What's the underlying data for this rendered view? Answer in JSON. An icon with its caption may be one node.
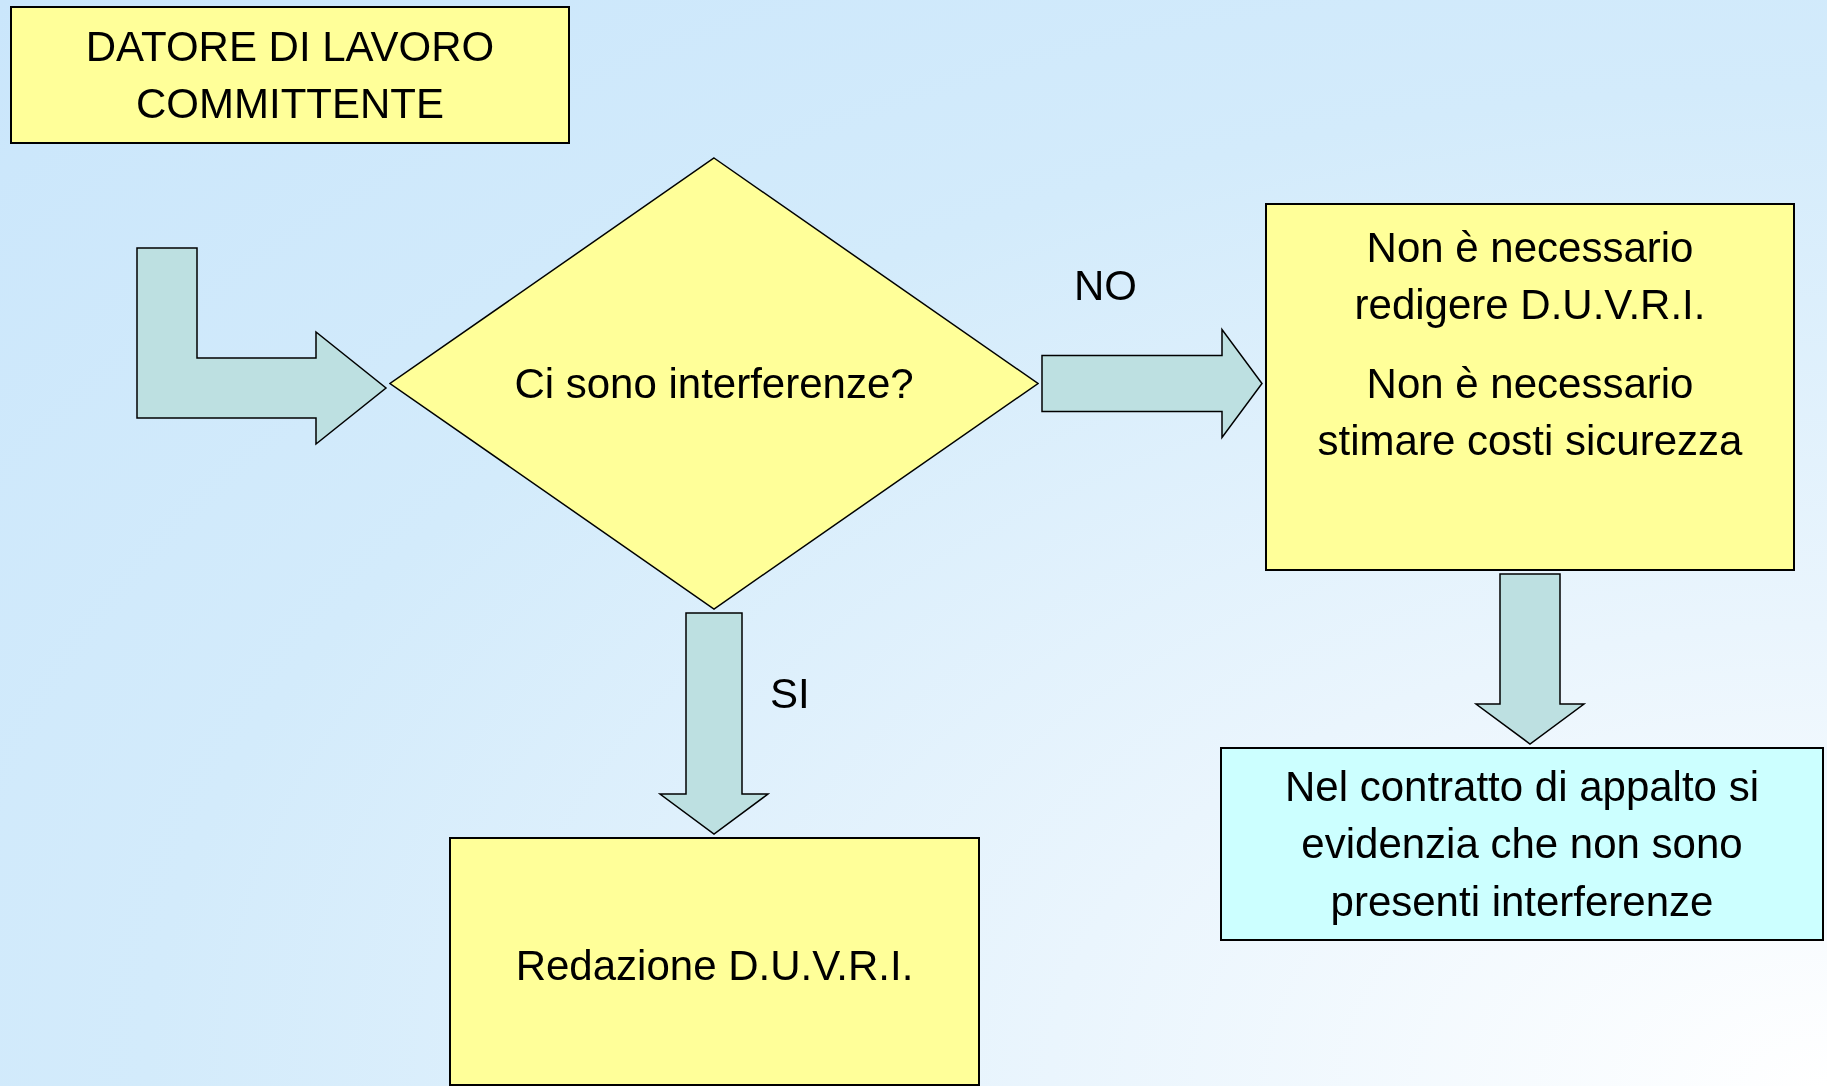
{
  "diagram": {
    "nodes": [
      {
        "text": [
          "DATORE DI LAVORO COMMITTENTE"
        ]
      },
      {
        "text": [
          "Ci sono interferenze?"
        ]
      },
      {
        "text": [
          "Non è necessario redigere D.U.V.R.I.",
          "Non è necessario stimare costi sicurezza"
        ]
      },
      {
        "text": [
          "Nel contratto di appalto si evidenzia che non sono presenti interferenze"
        ]
      },
      {
        "text": [
          "Redazione D.U.V.R.I."
        ]
      }
    ],
    "edges": [
      {
        "from": null,
        "to": 1,
        "arrow": "to"
      },
      {
        "from": 1,
        "to": 2,
        "arrow": "to",
        "label": "NO"
      },
      {
        "from": 1,
        "to": 4,
        "arrow": "to",
        "label": "SI"
      },
      {
        "from": 2,
        "to": 3,
        "arrow": "to"
      }
    ]
  }
}
